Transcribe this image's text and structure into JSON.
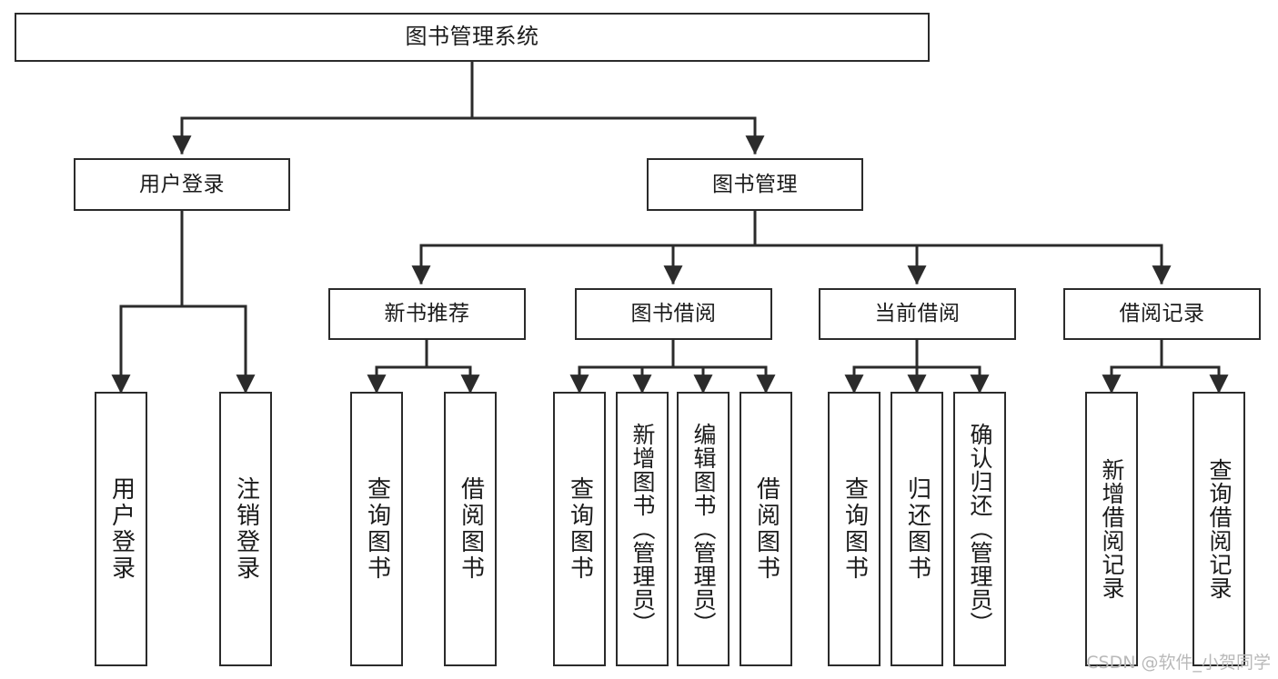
{
  "diagram": {
    "title": "图书管理系统",
    "type": "tree",
    "orientation": "top-down",
    "colors": {
      "box_border": "#2b2b2b",
      "box_fill": "#ffffff",
      "edge": "#2b2b2b",
      "text": "#1b1b1b",
      "background": "#ffffff",
      "watermark": "#b9b9b9"
    },
    "nodes": {
      "root": {
        "label": "图书管理系统"
      },
      "level1": [
        {
          "id": "user-login",
          "label": "用户登录"
        },
        {
          "id": "book-manage",
          "label": "图书管理"
        }
      ],
      "level2": [
        {
          "id": "new-book-recommend",
          "label": "新书推荐"
        },
        {
          "id": "book-borrow",
          "label": "图书借阅"
        },
        {
          "id": "current-borrow",
          "label": "当前借阅"
        },
        {
          "id": "borrow-record",
          "label": "借阅记录"
        }
      ],
      "leaves": {
        "user-login": [
          {
            "id": "leaf-user-login",
            "label": "用户登录"
          },
          {
            "id": "leaf-user-logout",
            "label": "注销登录"
          }
        ],
        "new-book-recommend": [
          {
            "id": "leaf-query-book-1",
            "label": "查询图书"
          },
          {
            "id": "leaf-borrow-book-1",
            "label": "借阅图书"
          }
        ],
        "book-borrow": [
          {
            "id": "leaf-query-book-2",
            "label": "查询图书"
          },
          {
            "id": "leaf-add-book",
            "label": "新增图书（管理员）"
          },
          {
            "id": "leaf-edit-book",
            "label": "编辑图书（管理员）"
          },
          {
            "id": "leaf-borrow-book-2",
            "label": "借阅图书"
          }
        ],
        "current-borrow": [
          {
            "id": "leaf-query-book-3",
            "label": "查询图书"
          },
          {
            "id": "leaf-return-book",
            "label": "归还图书"
          },
          {
            "id": "leaf-confirm-return",
            "label": "确认归还（管理员）"
          }
        ],
        "borrow-record": [
          {
            "id": "leaf-add-record",
            "label": "新增借阅记录"
          },
          {
            "id": "leaf-query-record",
            "label": "查询借阅记录"
          }
        ]
      }
    },
    "watermark": "CSDN @软件_小贺同学"
  }
}
